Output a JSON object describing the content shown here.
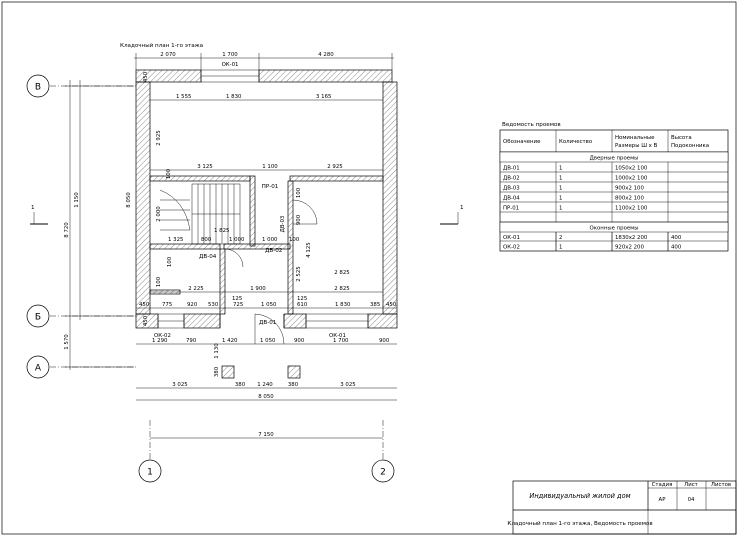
{
  "plan": {
    "title": "Кладочный план 1-го этажа",
    "axes": {
      "a": "А",
      "b": "Б",
      "v": "В",
      "n1": "1",
      "n2": "2"
    },
    "section_marks": {
      "left": "1",
      "right": "1"
    },
    "top_dims": [
      "2 070",
      "1 700",
      "4 280"
    ],
    "left_dims": [
      "1 150",
      "8 720",
      "1 570"
    ],
    "total_width": "8 050",
    "axis_span": "7 150",
    "bottom_dims_row1": [
      "1 290",
      "790",
      "1 420",
      "1 050",
      "900",
      "1 700",
      "900"
    ],
    "bottom_dims_row2": [
      "3 025",
      "380",
      "1 240",
      "380",
      "3 025"
    ],
    "inner_height": "8 050",
    "labels": {
      "ok01_top": "ОК-01",
      "ok01_bottom": "ОК-01",
      "ok02": "ОК-02",
      "pr01": "ПР-01",
      "dv01": "ДВ-01",
      "dv02": "ДВ-02",
      "dv03": "ДВ-03",
      "dv04": "ДВ-04"
    },
    "dims": {
      "d1555": "1 555",
      "d1830a": "1 830",
      "d3165": "3 165",
      "d2925v": "2 925",
      "d3125": "3 125",
      "d1100": "1 100",
      "d2925h": "2 925",
      "d100a": "100",
      "d100b": "100",
      "d100c": "100",
      "d100d": "100",
      "d100e": "100",
      "d2000": "2 000",
      "d1325": "1 325",
      "d800": "800",
      "d1000": "1 000",
      "d1000b": "1 000",
      "d4125": "4 125",
      "d1825": "1 825",
      "d900v": "900",
      "d2525": "2 525",
      "d2825": "2 825",
      "d2225": "2 225",
      "d1900": "1 900",
      "d125a": "125",
      "d125b": "125",
      "d450a": "450",
      "d775": "775",
      "d920": "920",
      "d530": "530",
      "d725": "725",
      "d1050": "1 050",
      "d610": "610",
      "d1830b": "1 830",
      "d385": "385",
      "d450b": "450",
      "d450c": "450",
      "d450d": "450",
      "d380v": "380",
      "d1130": "1 130"
    }
  },
  "schedule": {
    "title": "Ведомость проемов",
    "headers": {
      "col1": "Обозначение",
      "col2": "Количество",
      "col3a": "Номинальные",
      "col3b": "Размеры  Ш x В",
      "col4a": "Высота",
      "col4b": "Подоконника"
    },
    "door_group": "Дверные проемы",
    "window_group": "Оконные проемы",
    "door_rows": [
      {
        "mark": "ДВ-01",
        "qty": "1",
        "size": "1050x2 100",
        "sill": ""
      },
      {
        "mark": "ДВ-02",
        "qty": "1",
        "size": "1000x2 100",
        "sill": ""
      },
      {
        "mark": "ДВ-03",
        "qty": "1",
        "size": "900x2 100",
        "sill": ""
      },
      {
        "mark": "ДВ-04",
        "qty": "1",
        "size": "800x2 100",
        "sill": ""
      },
      {
        "mark": "ПР-01",
        "qty": "1",
        "size": "1100x2 100",
        "sill": ""
      }
    ],
    "window_rows": [
      {
        "mark": "ОК-01",
        "qty": "2",
        "size": "1830x2 200",
        "sill": "400"
      },
      {
        "mark": "ОК-02",
        "qty": "1",
        "size": "920x2 200",
        "sill": "400"
      }
    ]
  },
  "stamp": {
    "project": "Индивидуальный жилой дом",
    "sheet_title": "Кладочный план 1-го этажа, Ведомость проемов",
    "stage_label": "Стадия",
    "sheet_label": "Лист",
    "sheets_label": "Листов",
    "stage": "АР",
    "sheet": "04",
    "sheets": ""
  }
}
